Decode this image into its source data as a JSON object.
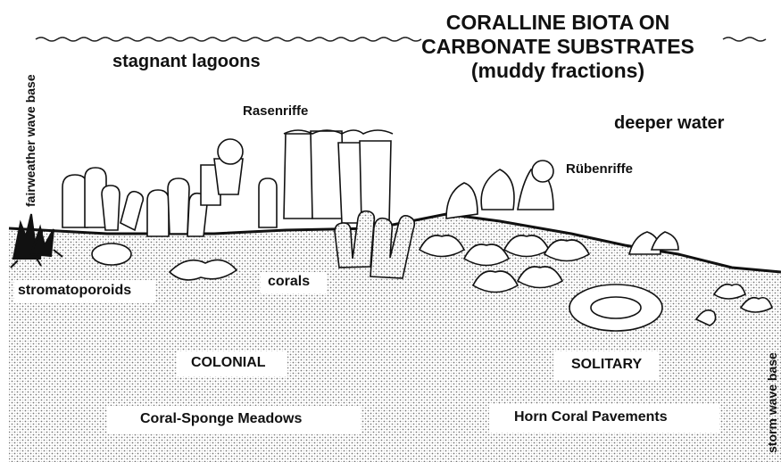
{
  "title": {
    "line1": "CORALLINE BIOTA ON",
    "line2": "CARBONATE SUBSTRATES",
    "line3": "(muddy fractions)"
  },
  "labels": {
    "stagnant_lagoons": "stagnant lagoons",
    "deeper_water": "deeper water",
    "rasenriffe": "Rasenriffe",
    "rubenriffe": "Rübenriffe",
    "stromatoporoids": "stromatoporoids",
    "corals": "corals",
    "colonial": "COLONIAL",
    "solitary": "SOLITARY",
    "coral_sponge_meadows": "Coral-Sponge Meadows",
    "horn_coral_pavements": "Horn Coral Pavements",
    "fairweather_wave_base": "fairweather wave base",
    "storm_wave_base": "storm wave base"
  }
}
